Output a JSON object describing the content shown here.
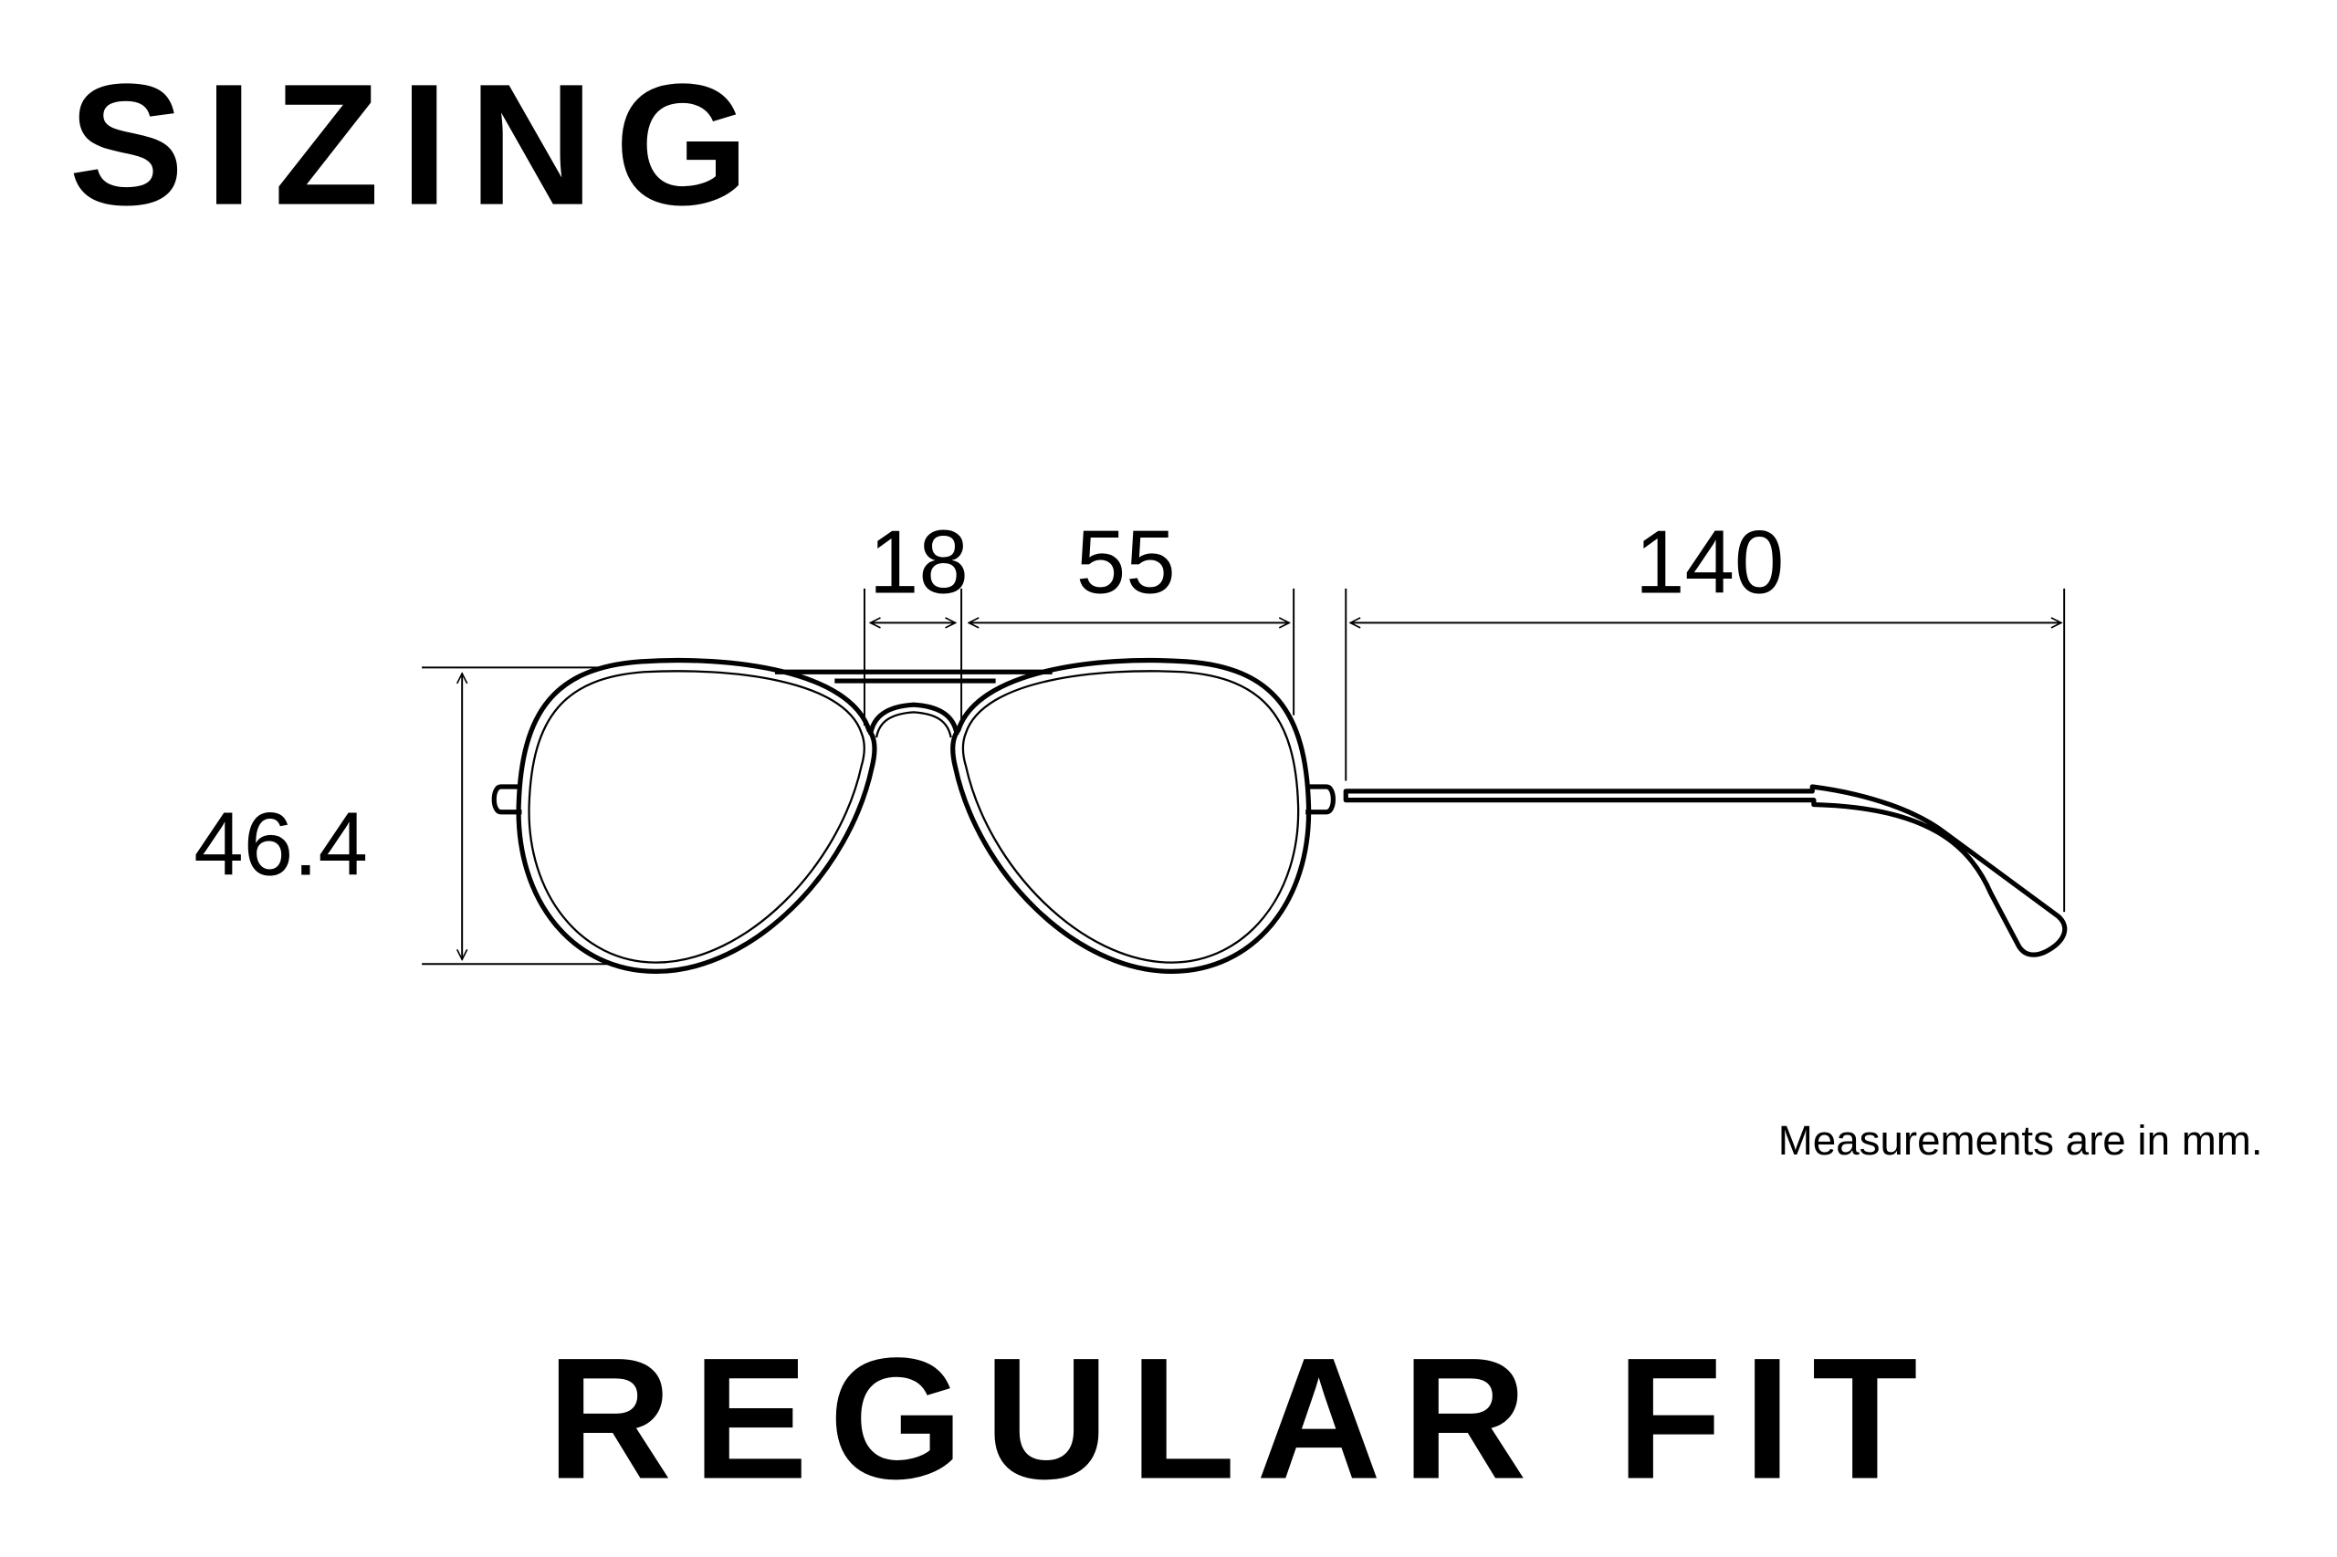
{
  "title": "SIZING",
  "fit_label": "REGULAR FIT",
  "note": "Measurements are in mm.",
  "measurements": {
    "bridge": "18",
    "lens_width": "55",
    "temple_length": "140",
    "lens_height": "46.4"
  },
  "colors": {
    "ink": "#000000",
    "background": "#ffffff"
  }
}
